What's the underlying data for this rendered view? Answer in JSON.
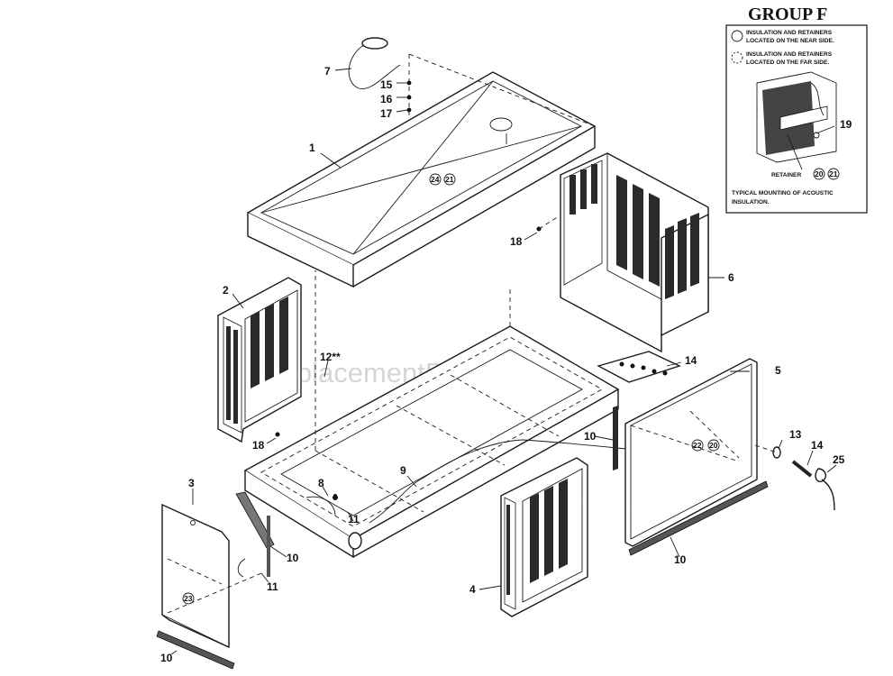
{
  "group": {
    "title": "GROUP F",
    "legend_near": "INSULATION AND RETAINERS LOCATED ON THE NEAR SIDE.",
    "legend_near_l1": "INSULATION AND RETAINERS",
    "legend_near_l2": "LOCATED ON THE NEAR SIDE.",
    "legend_far_l1": "INSULATION AND RETAINERS",
    "legend_far_l2": "LOCATED ON THE FAR SIDE.",
    "retainer_label": "RETAINER",
    "retainer_refs": [
      "20",
      "21"
    ],
    "detail_callout": "19",
    "typical_l1": "TYPICAL MOUNTING OF ACOUSTIC",
    "typical_l2": "INSULATION."
  },
  "watermark": "eReplacementParts.com",
  "callouts": {
    "c1": "1",
    "c2": "2",
    "c3": "3",
    "c4": "4",
    "c5": "5",
    "c6": "6",
    "c7": "7",
    "c8": "8",
    "c9": "9",
    "c10a": "10",
    "c10b": "10",
    "c10c": "10",
    "c10d": "10",
    "c11a": "11",
    "c11b": "11",
    "c12": "12**",
    "c13": "13",
    "c14a": "14",
    "c14b": "14",
    "c15": "15",
    "c16": "16",
    "c17": "17",
    "c18a": "18",
    "c18b": "18",
    "c25": "25"
  },
  "circled_refs": {
    "top_a": "24",
    "top_b": "21",
    "panel5_a": "22",
    "panel5_b": "20",
    "panel3": "23"
  }
}
